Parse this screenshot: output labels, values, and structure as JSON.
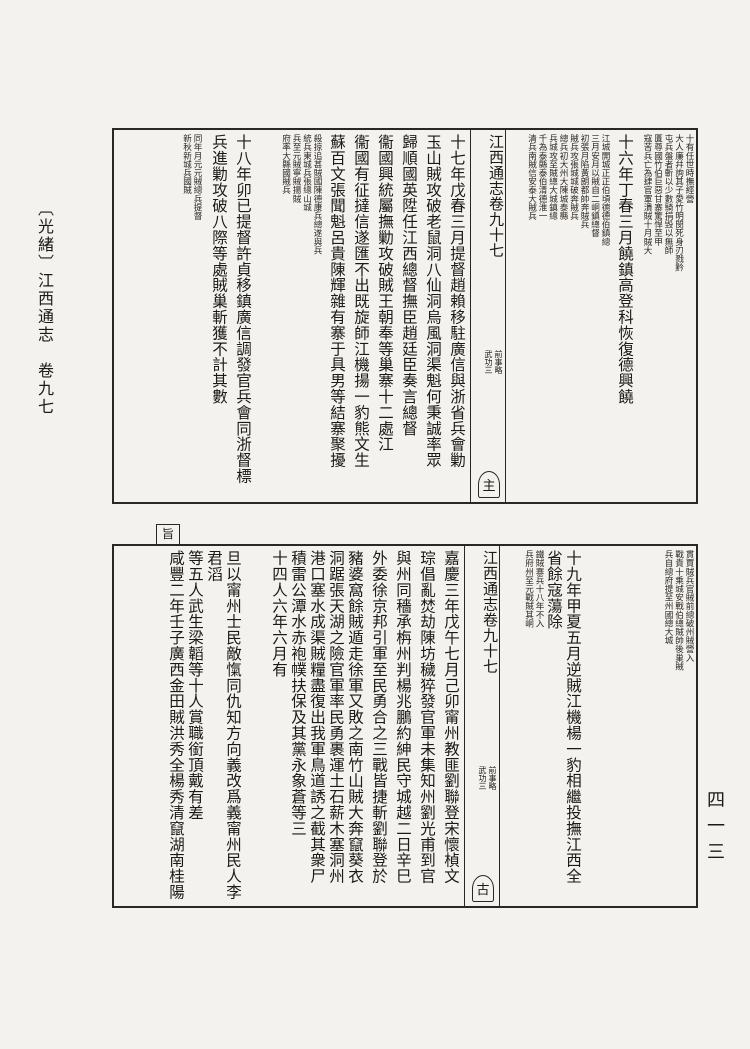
{
  "margin": {
    "book_title": "〔光緒〕江西通志　卷九七",
    "page_number": "四一三"
  },
  "top_panel": {
    "column_main": "十六年丁春三月饒鎮高登科恢復德興饒",
    "notes_right": [
      "十有任世時撫經營",
      "大人廉幷詢其子愛竹明閔死身刃戮黔",
      "屯兵盤者斬以少數騎捐毀以無師",
      "匱尊國竹伯巨惡甘寨驚悍至甲",
      "寇苦兵亡為肆官軍潰賊十月賊大"
    ],
    "notes_left": [
      "江城開城正正伯頃德德伯鎮總",
      "三月安月以賊自二峒鎮總督",
      "初張月陷黃朗都帥奔賊兵",
      "賊兵攻張城城破奔賊兵",
      "總兵初大州大陳城泰縣",
      "兵城攻至賊總大城鎮總",
      "千為泰縣泰伯清德淮一",
      "清兵南賊信安泰大賊兵"
    ],
    "band": {
      "title": "江西通志卷九十七",
      "subtitle_1": "前事略",
      "subtitle_2": "武功三",
      "marker": "主"
    },
    "column_a": "十七年戊春三月提督趙賴移駐廣信與浙省兵會勦",
    "column_b": "玉山賊攻破老鼠洞八仙洞烏風洞渠魁何秉誠率眾",
    "column_c": "歸順國英陞任江西總督撫臣趙廷臣奏言總督",
    "column_d": "衞國興統屬撫勦攻破賊王朝奉等巢寨十二處江",
    "column_e": "衞國有征撻信遂匯不出既旋師江機揚一豹熊文生",
    "column_f": "蘇百文張聞魁呂貴陳輝雜有寨于具男等結寨聚擾",
    "notes_g": [
      "殺掠追甚賊國陳德康兵總遂與兵",
      "統兵東城兵張總山城",
      "兵至元賊寧賊揚賊",
      "府率大縣國賊兵"
    ],
    "column_h": "十八年卯已提督許貞移鎮廣信調發官兵會同浙督標",
    "column_i": "兵進勦攻破八際等處賊巢斬獲不計其數",
    "notes_j": [
      "同年月元元賊總兵提督",
      "新秋新城兵國賊"
    ]
  },
  "bottom_panel": {
    "notes_right": [
      "旦以甯州士民敵愾同仇知方向義改爲義甯州民人李君滔",
      "等五人武生梁韜等十人賞職銜頂戴有差",
      "咸豐二年壬子廣西金田賊洪秀全楊秀清竄湖南桂陽"
    ],
    "small_notes": [
      "十四人六年六月有",
      "積雷公潭水赤袍幞扶保及其黨永象蒼等三",
      "港口塞水成渠賊糧盡復出我軍鳥道誘之截其衆尸",
      "洞踞張天湖之險官軍率民勇裹運土石薪木塞洞州",
      "豬婆窩餘賊遁走徐軍又敗之南竹山賊大奔竄葵衣"
    ],
    "column_a": "外委徐京邦引軍至民勇合之三戰皆捷斬劉聯登於",
    "column_b": "與州同穡承栴州判楊兆鵬約紳民守城越二日辛巳",
    "column_c": "琮倡亂焚劫陳坊穢猝發官軍未集知州劉光甫到官",
    "column_d": "嘉慶三年戊午七月己卯甯州教匪劉聯登宋懷楨文",
    "band": {
      "title": "江西通志卷九十七",
      "subtitle_1": "前事略",
      "subtitle_2": "武功三",
      "marker": "古"
    },
    "notes_e": [
      "十九年甲夏五月逆賊江機楊一豹相繼投撫江西全",
      "省餘寇蕩除",
      "鐵賊寨兵十八年不入",
      "兵府州至元戰賊其峒"
    ],
    "small_far_left": [
      "貫賈賊兵官賊前總破州賊營入",
      "戰貴十乘城安戰伯總賊帥後巢賊",
      "兵自總府提至州國總大城"
    ],
    "tab_top": "旨"
  }
}
